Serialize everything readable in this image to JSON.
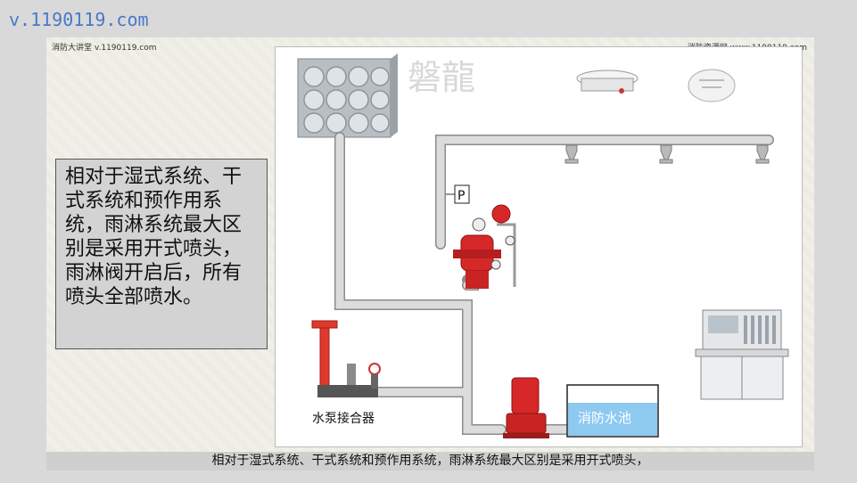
{
  "watermark_url": "v.1190119.com",
  "slide": {
    "top_left": "消防大讲堂 v.1190119.com",
    "top_right": "消防资源网 www.1190119.com",
    "logo_text": "磐龍",
    "description": "相对于湿式系统、干式系统和预作用系统，雨淋系统最大区别是采用开式喷头，雨淋阀开启后，所有喷头全部喷水。",
    "caption": "相对于湿式系统、干式系统和预作用系统，雨淋系统最大区别是采用开式喷头，"
  },
  "diagram": {
    "pressure_switch_label": "P",
    "pump_connector_label": "水泵接合器",
    "pool_label": "消防水池",
    "colors": {
      "pipe": "#c9c9c9",
      "pipe_edge": "#8c8c8c",
      "valve_red": "#d62828",
      "pool_blue": "#8ec9f0"
    }
  }
}
